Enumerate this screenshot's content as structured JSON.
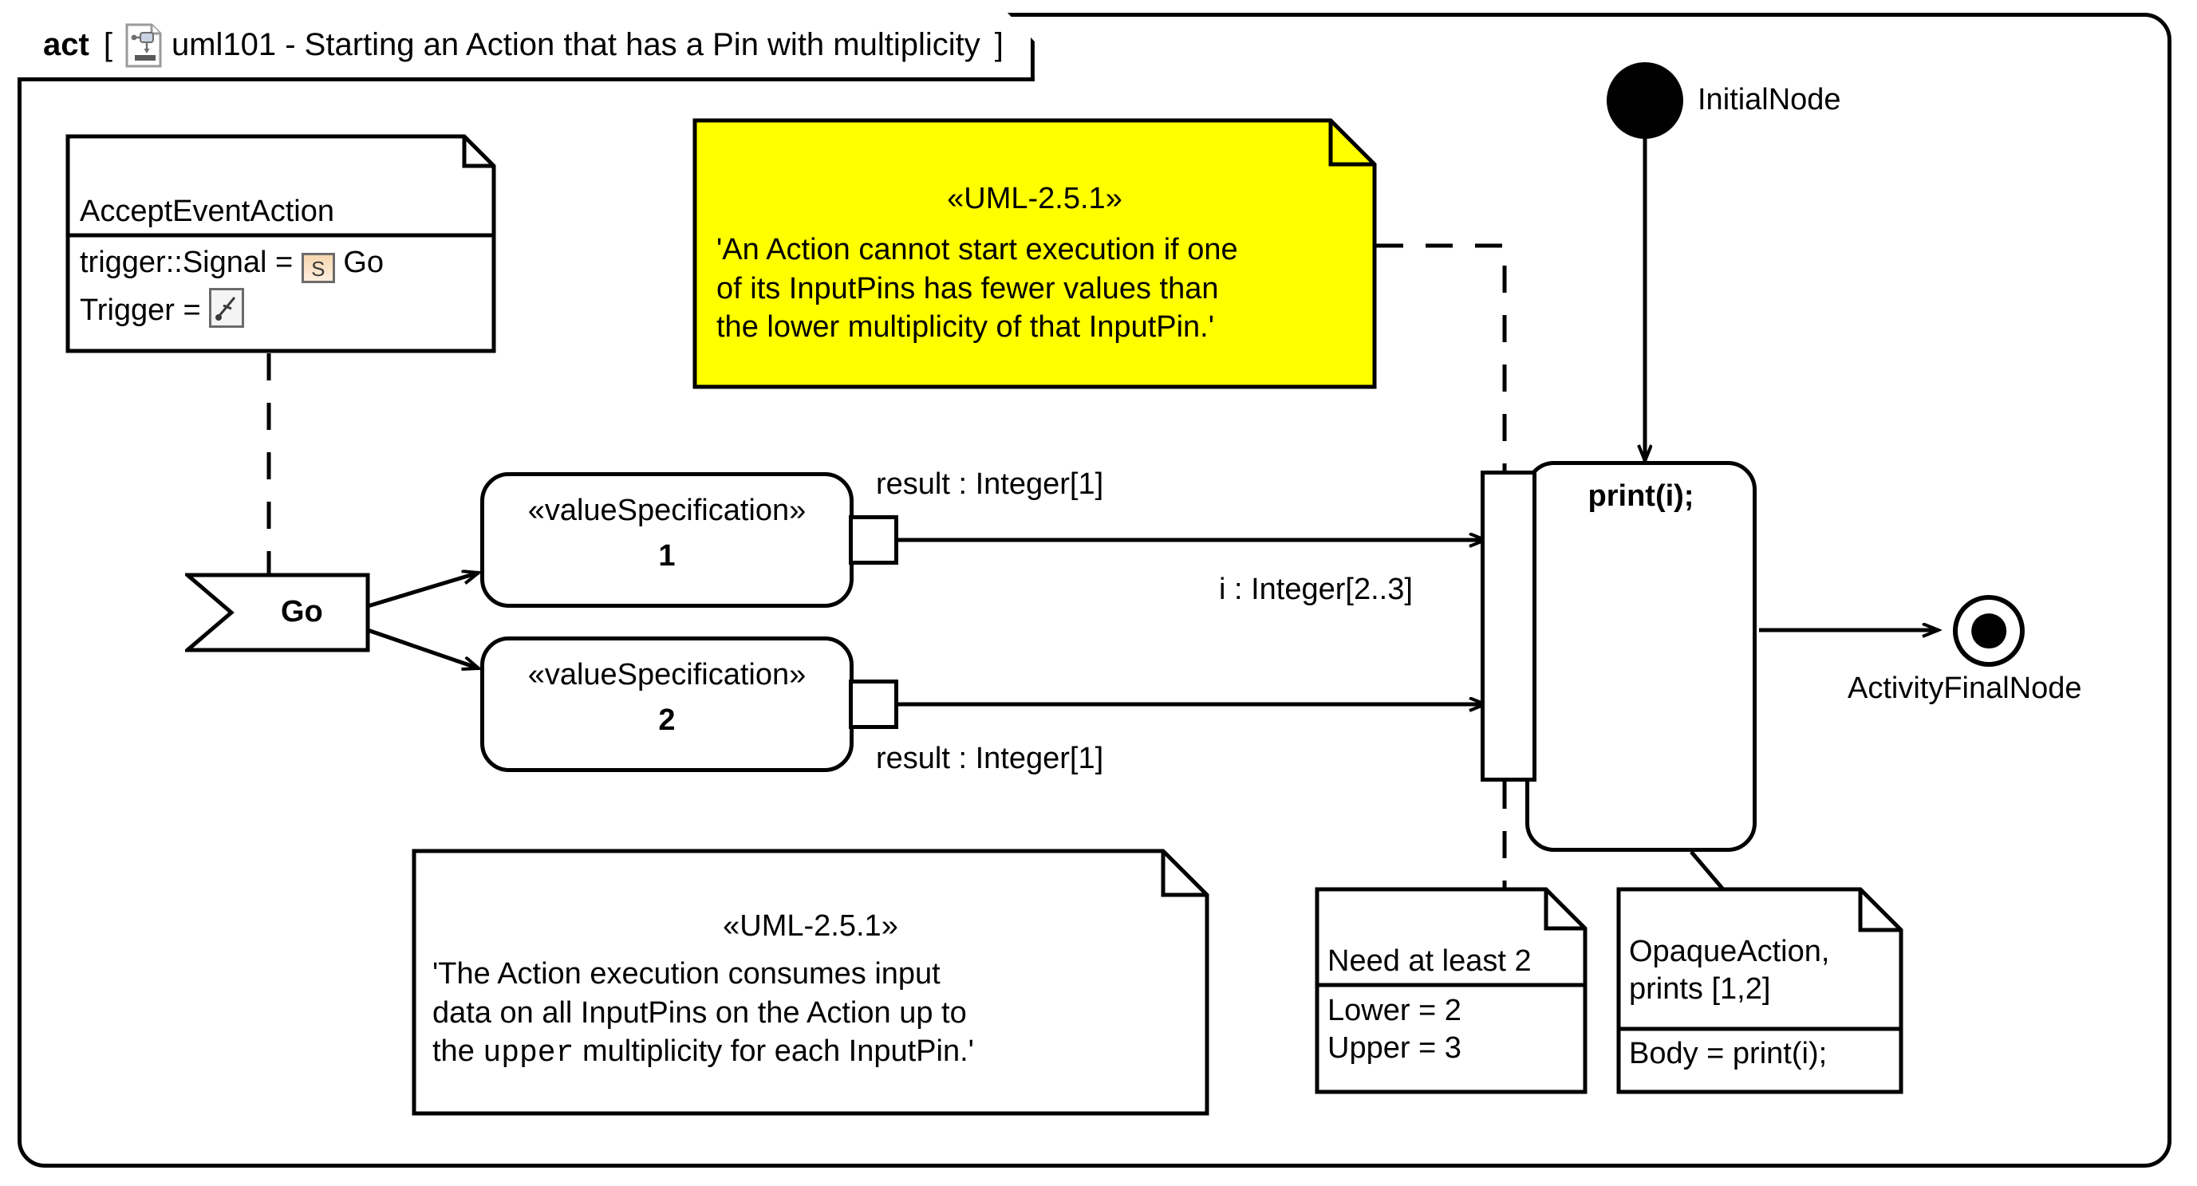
{
  "frame": {
    "kind": "act",
    "bracket_open": "[",
    "bracket_close": "]",
    "icon": "activity-diagram-icon",
    "title": "uml101 - Starting an Action that has a Pin with multiplicity"
  },
  "accept_event_note": {
    "title": "AcceptEventAction",
    "rows": [
      {
        "label": "trigger::Signal = ",
        "icon": "signal-icon",
        "icon_letter": "S",
        "value": "Go"
      },
      {
        "label": "Trigger = ",
        "icon": "trigger-lightning-icon",
        "value": ""
      }
    ]
  },
  "accept_event_node": {
    "label": "Go",
    "shape": "accept-event-flag"
  },
  "yellow_note": {
    "stereotype": "«UML-2.5.1»",
    "lines": [
      "'An Action cannot start execution if one",
      "of its InputPins has fewer values than",
      "the lower multiplicity of that InputPin.'"
    ],
    "fill": "#ffff00"
  },
  "lower_note": {
    "stereotype": "«UML-2.5.1»",
    "line1_a": "'The Action execution consumes input",
    "line2_a": "data on all InputPins on the Action up to",
    "line3_a": "the ",
    "line3_mono": "upper",
    "line3_b": " multiplicity for each InputPin.'"
  },
  "value_specs": [
    {
      "stereotype": "«valueSpecification»",
      "value": "1",
      "pin_label": "result : Integer[1]"
    },
    {
      "stereotype": "«valueSpecification»",
      "value": "2",
      "pin_label": "result : Integer[1]"
    }
  ],
  "print_action": {
    "name": "print(i);",
    "input_pin_label": "i : Integer[2..3]"
  },
  "initial_node": {
    "label": "InitialNode",
    "shape": "filled-circle"
  },
  "final_node": {
    "label": "ActivityFinalNode",
    "shape": "circle-in-circle"
  },
  "pin_note": {
    "title": "Need at least 2",
    "rows": [
      "Lower = 2",
      "Upper = 3"
    ]
  },
  "action_note": {
    "title": "OpaqueAction,\nprints [1,2]",
    "rows": [
      "Body = print(i);"
    ]
  },
  "colors": {
    "stroke": "#000000",
    "note_fill": "#ffffff",
    "highlight": "#ffff00",
    "signal_chip": "#f6d7ae"
  }
}
